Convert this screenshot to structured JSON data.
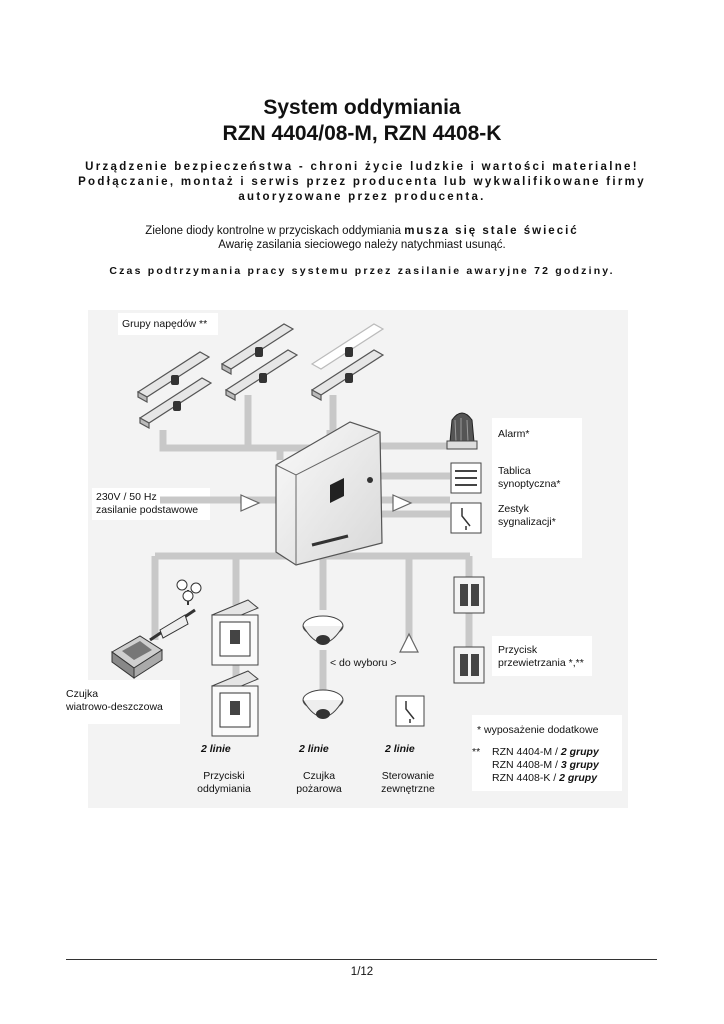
{
  "title": {
    "line1": "System oddymiania",
    "line2": "RZN 4404/08-M, RZN 4408-K"
  },
  "warning": {
    "line1": "Urządzenie bezpieczeństwa - chroni życie ludzkie i wartości materialne!",
    "line2": "Podłączanie, montaż i serwis przez producenta lub wykwalifikowane firmy",
    "line3": "autoryzowane przez producenta."
  },
  "info": {
    "line1_pre": "Zielone diody kontrolne w przyciskach oddymiania ",
    "line1_bold": "musza się stale świecić",
    "line2": "Awarię zasilania sieciowego należy natychmiast usunąć.",
    "backup": "Czas podtrzymania pracy systemu przez zasilanie awaryjne 72 godziny."
  },
  "diagram": {
    "drive_groups": "Grupy napędów **",
    "power_line1": "230V / 50 Hz",
    "power_line2": "zasilanie podstawowe",
    "alarm": "Alarm*",
    "panel_line1": "Tablica",
    "panel_line2": "synoptyczna*",
    "signal_line1": "Zestyk",
    "signal_line2": "sygnalizacji*",
    "vent_line1": "Przycisk",
    "vent_line2": "przewietrzania *,**",
    "choice": "< do wyboru >",
    "wind_line1": "Czujka",
    "wind_line2": "wiatrowo-deszczowa",
    "lines_a": "2 linie",
    "lines_b": "2 linie",
    "lines_c": "2 linie",
    "smoke_btn_line1": "Przyciski",
    "smoke_btn_line2": "oddymiania",
    "fire_line1": "Czujka",
    "fire_line2": "pożarowa",
    "ext_line1": "Sterowanie",
    "ext_line2": "zewnętrzne",
    "note_optional": "*  wyposażenie dodatkowe",
    "note_mark": "**",
    "model1_name": "RZN 4404-M / ",
    "model1_groups": "2 grupy",
    "model2_name": "RZN 4408-M / ",
    "model2_groups": "3 grupy",
    "model3_name": "RZN 4408-K / ",
    "model3_groups": "2 grupy"
  },
  "footer": {
    "page": "1/12"
  }
}
